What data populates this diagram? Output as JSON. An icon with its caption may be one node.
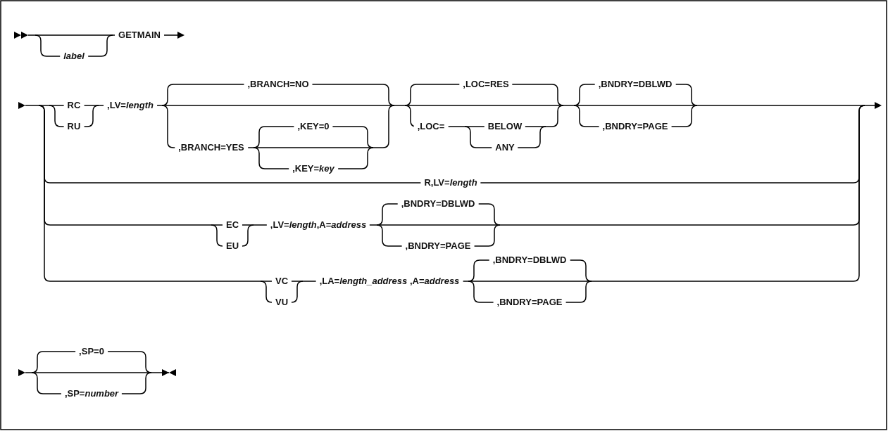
{
  "diagram": {
    "labels": [
      "label",
      "GETMAIN",
      "RC",
      "RU",
      ",LV=*length*",
      ",BRANCH=NO",
      ",BRANCH=YES",
      ",KEY=0",
      ",KEY=*key*",
      ",LOC=RES",
      ",LOC=",
      "BELOW",
      "ANY",
      ",BNDRY=DBLWD",
      ",BNDRY=PAGE",
      "R,LV=*length*",
      "EC",
      "EU",
      ",LV=*length*,A=*address*",
      ",BNDRY=DBLWD",
      ",BNDRY=PAGE",
      "VC",
      "VU",
      ",LA=*length_address* ,A=*address*",
      ",BNDRY=DBLWD",
      ",BNDRY=PAGE",
      ",SP=0",
      ",SP=*number*"
    ]
  }
}
